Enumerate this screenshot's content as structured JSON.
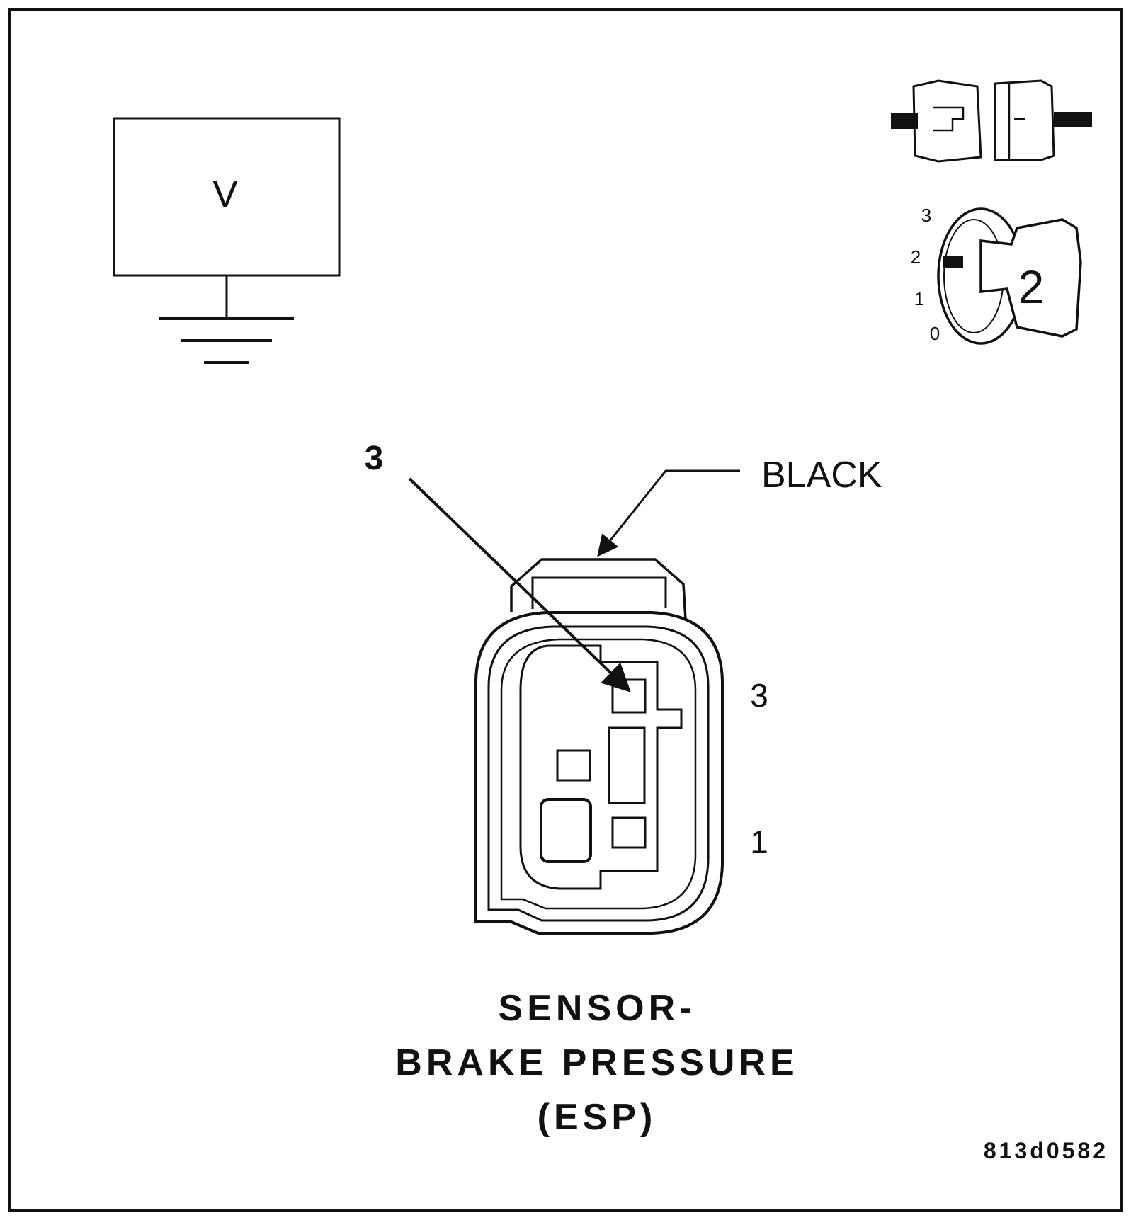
{
  "meter": {
    "label": "V"
  },
  "ignition_switch": {
    "positions": [
      "3",
      "2",
      "1",
      "0"
    ],
    "selected": "2"
  },
  "callout": {
    "pin_label": "3"
  },
  "connector": {
    "color_label": "BLACK",
    "cavity_labels": [
      "3",
      "1"
    ]
  },
  "caption": {
    "lines": [
      "SENSOR-",
      "BRAKE PRESSURE",
      "(ESP)"
    ]
  },
  "figure_id": "813d0582",
  "colors": {
    "ink": "#111111",
    "background": "#ffffff"
  }
}
